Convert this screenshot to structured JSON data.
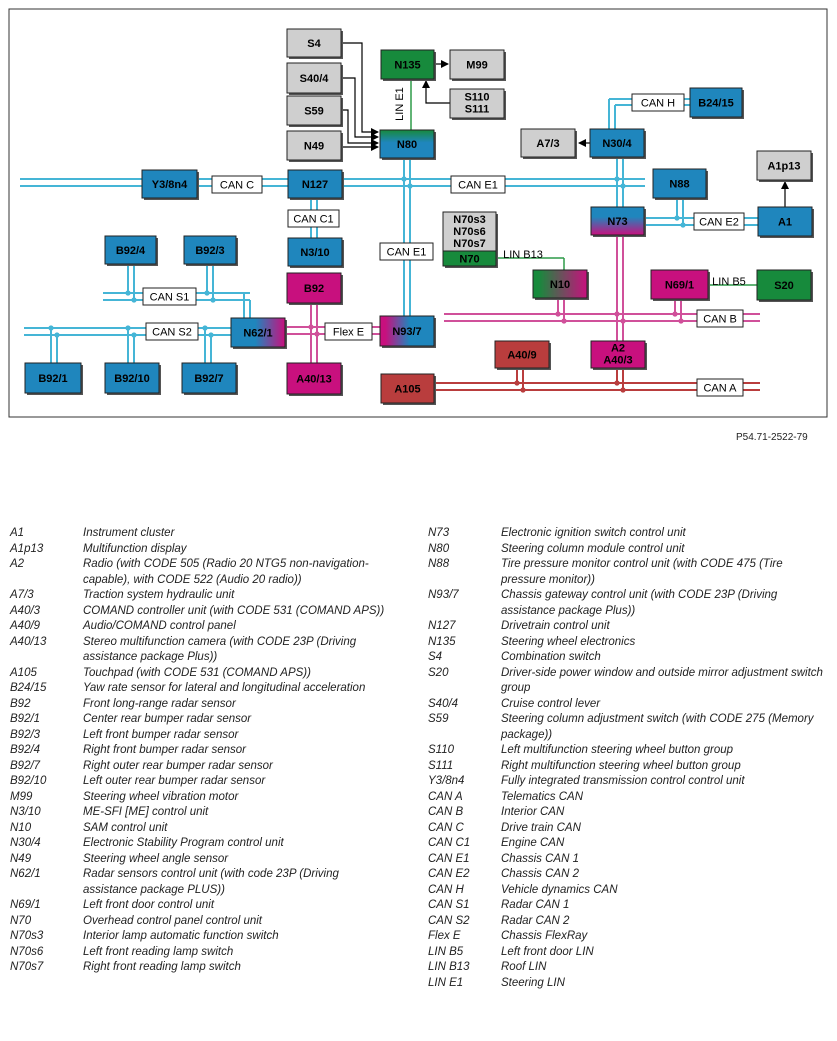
{
  "reference_code": "P54.71-2522-79",
  "diagram": {
    "colors": {
      "blue": "#1f86bd",
      "green": "#178a3c",
      "red": "#b93d3d",
      "magenta": "#c8107e",
      "gray": "#cfcfcf",
      "bus_blue": "#45b5d6",
      "bus_pink": "#d0509a",
      "bus_red": "#b93d3d",
      "lin_green": "#2d9a48"
    },
    "components": [
      {
        "id": "s4",
        "label": "S4",
        "color": "gray"
      },
      {
        "id": "s404",
        "label": "S40/4",
        "color": "gray"
      },
      {
        "id": "s59",
        "label": "S59",
        "color": "gray"
      },
      {
        "id": "n49",
        "label": "N49",
        "color": "gray"
      },
      {
        "id": "n135",
        "label": "N135",
        "color": "green"
      },
      {
        "id": "m99",
        "label": "M99",
        "color": "gray"
      },
      {
        "id": "s110",
        "label": "S110",
        "color": "gray"
      },
      {
        "id": "s111",
        "label": "S111",
        "color": "gray"
      },
      {
        "id": "n80",
        "label": "N80",
        "color": "blue"
      },
      {
        "id": "a73",
        "label": "A7/3",
        "color": "gray"
      },
      {
        "id": "n304",
        "label": "N30/4",
        "color": "blue"
      },
      {
        "id": "b2415",
        "label": "B24/15",
        "color": "blue"
      },
      {
        "id": "a1p13",
        "label": "A1p13",
        "color": "gray"
      },
      {
        "id": "y38n4",
        "label": "Y3/8n4",
        "color": "blue"
      },
      {
        "id": "n127",
        "label": "N127",
        "color": "blue"
      },
      {
        "id": "n88",
        "label": "N88",
        "color": "blue"
      },
      {
        "id": "n70s3",
        "label": "N70s3",
        "color": "gray"
      },
      {
        "id": "n70s6",
        "label": "N70s6",
        "color": "gray"
      },
      {
        "id": "n70s7",
        "label": "N70s7",
        "color": "gray"
      },
      {
        "id": "n70",
        "label": "N70",
        "color": "green"
      },
      {
        "id": "n73",
        "label": "N73",
        "color": "blue"
      },
      {
        "id": "a1",
        "label": "A1",
        "color": "blue"
      },
      {
        "id": "n310",
        "label": "N3/10",
        "color": "blue"
      },
      {
        "id": "b924",
        "label": "B92/4",
        "color": "blue"
      },
      {
        "id": "b923",
        "label": "B92/3",
        "color": "blue"
      },
      {
        "id": "b92",
        "label": "B92",
        "color": "magenta"
      },
      {
        "id": "n10",
        "label": "N10",
        "color": "green"
      },
      {
        "id": "n691",
        "label": "N69/1",
        "color": "magenta"
      },
      {
        "id": "s20",
        "label": "S20",
        "color": "green"
      },
      {
        "id": "n621",
        "label": "N62/1",
        "color": "blue"
      },
      {
        "id": "n937",
        "label": "N93/7",
        "color": "blue"
      },
      {
        "id": "a409",
        "label": "A40/9",
        "color": "red"
      },
      {
        "id": "a2",
        "label": "A2",
        "color": "magenta"
      },
      {
        "id": "a403",
        "label": "A40/3",
        "color": "magenta"
      },
      {
        "id": "b921",
        "label": "B92/1",
        "color": "blue"
      },
      {
        "id": "b9210",
        "label": "B92/10",
        "color": "blue"
      },
      {
        "id": "b927",
        "label": "B92/7",
        "color": "blue"
      },
      {
        "id": "a4013",
        "label": "A40/13",
        "color": "magenta"
      },
      {
        "id": "a105",
        "label": "A105",
        "color": "red"
      }
    ],
    "bus_labels": [
      {
        "id": "can-c",
        "label": "CAN C"
      },
      {
        "id": "can-e1-top",
        "label": "CAN E1"
      },
      {
        "id": "can-c1",
        "label": "CAN C1"
      },
      {
        "id": "can-e1-vert",
        "label": "CAN E1"
      },
      {
        "id": "can-e2",
        "label": "CAN E2"
      },
      {
        "id": "can-h",
        "label": "CAN H"
      },
      {
        "id": "can-s1",
        "label": "CAN S1"
      },
      {
        "id": "can-s2",
        "label": "CAN S2"
      },
      {
        "id": "flex-e",
        "label": "Flex E"
      },
      {
        "id": "can-b",
        "label": "CAN B"
      },
      {
        "id": "can-a",
        "label": "CAN A"
      },
      {
        "id": "lin-e1",
        "label": "LIN E1"
      },
      {
        "id": "lin-b13",
        "label": "LIN B13"
      },
      {
        "id": "lin-b5",
        "label": "LIN B5"
      }
    ]
  },
  "legend": {
    "left": [
      {
        "code": "A1",
        "desc": "Instrument cluster"
      },
      {
        "code": "A1p13",
        "desc": "Multifunction display"
      },
      {
        "code": "A2",
        "desc": "Radio (with CODE 505 (Radio 20 NTG5 non-navigation-capable), with CODE 522 (Audio 20 radio))"
      },
      {
        "code": "A7/3",
        "desc": "Traction system hydraulic unit"
      },
      {
        "code": "A40/3",
        "desc": "COMAND controller unit (with CODE 531 (COMAND APS))"
      },
      {
        "code": "A40/9",
        "desc": "Audio/COMAND control panel"
      },
      {
        "code": "A40/13",
        "desc": "Stereo multifunction camera (with CODE 23P (Driving assistance package Plus))"
      },
      {
        "code": "A105",
        "desc": "Touchpad (with CODE 531 (COMAND APS))"
      },
      {
        "code": "B24/15",
        "desc": "Yaw rate sensor for lateral and longitudinal acceleration"
      },
      {
        "code": "B92",
        "desc": "Front long-range radar sensor"
      },
      {
        "code": "B92/1",
        "desc": "Center rear bumper radar sensor"
      },
      {
        "code": "B92/3",
        "desc": "Left front bumper radar sensor"
      },
      {
        "code": "B92/4",
        "desc": "Right front bumper radar sensor"
      },
      {
        "code": "B92/7",
        "desc": "Right outer rear bumper radar sensor"
      },
      {
        "code": "B92/10",
        "desc": "Left outer rear bumper radar sensor"
      },
      {
        "code": "M99",
        "desc": "Steering wheel vibration motor"
      },
      {
        "code": "N3/10",
        "desc": "ME-SFI [ME] control unit"
      },
      {
        "code": "N10",
        "desc": "SAM control unit"
      },
      {
        "code": "N30/4",
        "desc": "Electronic Stability Program control unit"
      },
      {
        "code": "N49",
        "desc": "Steering wheel angle sensor"
      },
      {
        "code": "N62/1",
        "desc": "Radar sensors control unit (with code 23P (Driving assistance package PLUS))"
      },
      {
        "code": "N69/1",
        "desc": "Left front door control unit"
      },
      {
        "code": "N70",
        "desc": "Overhead control panel control unit"
      },
      {
        "code": "N70s3",
        "desc": "Interior lamp automatic function switch"
      },
      {
        "code": "N70s6",
        "desc": "Left front reading lamp switch"
      },
      {
        "code": "N70s7",
        "desc": "Right front reading lamp switch"
      }
    ],
    "right": [
      {
        "code": "N73",
        "desc": "Electronic ignition switch control unit"
      },
      {
        "code": "N80",
        "desc": "Steering column module control unit"
      },
      {
        "code": "N88",
        "desc": "Tire pressure monitor control unit (with CODE 475 (Tire pressure monitor))"
      },
      {
        "code": "N93/7",
        "desc": "Chassis gateway control unit (with CODE 23P (Driving assistance package Plus))"
      },
      {
        "code": "N127",
        "desc": "Drivetrain control unit"
      },
      {
        "code": "N135",
        "desc": "Steering wheel electronics"
      },
      {
        "code": "S4",
        "desc": "Combination switch"
      },
      {
        "code": "S20",
        "desc": "Driver-side power window and outside mirror adjustment switch group"
      },
      {
        "code": "S40/4",
        "desc": "Cruise control lever"
      },
      {
        "code": "S59",
        "desc": "Steering column adjustment switch (with CODE 275 (Memory package))"
      },
      {
        "code": "S110",
        "desc": "Left multifunction steering wheel button group"
      },
      {
        "code": "S111",
        "desc": "Right multifunction steering wheel button group"
      },
      {
        "code": "Y3/8n4",
        "desc": "Fully integrated transmission control control unit"
      },
      {
        "code": "CAN A",
        "desc": "Telematics CAN"
      },
      {
        "code": "CAN B",
        "desc": "Interior CAN"
      },
      {
        "code": "CAN C",
        "desc": "Drive train CAN"
      },
      {
        "code": "CAN C1",
        "desc": "Engine CAN"
      },
      {
        "code": "CAN E1",
        "desc": "Chassis CAN 1"
      },
      {
        "code": "CAN E2",
        "desc": "Chassis CAN 2"
      },
      {
        "code": "CAN H",
        "desc": "Vehicle dynamics CAN"
      },
      {
        "code": "CAN S1",
        "desc": "Radar CAN 1"
      },
      {
        "code": "CAN S2",
        "desc": "Radar CAN 2"
      },
      {
        "code": "Flex E",
        "desc": "Chassis FlexRay"
      },
      {
        "code": "LIN B5",
        "desc": "Left front door LIN"
      },
      {
        "code": "LIN B13",
        "desc": "Roof LIN"
      },
      {
        "code": "LIN E1",
        "desc": "Steering LIN"
      }
    ]
  }
}
